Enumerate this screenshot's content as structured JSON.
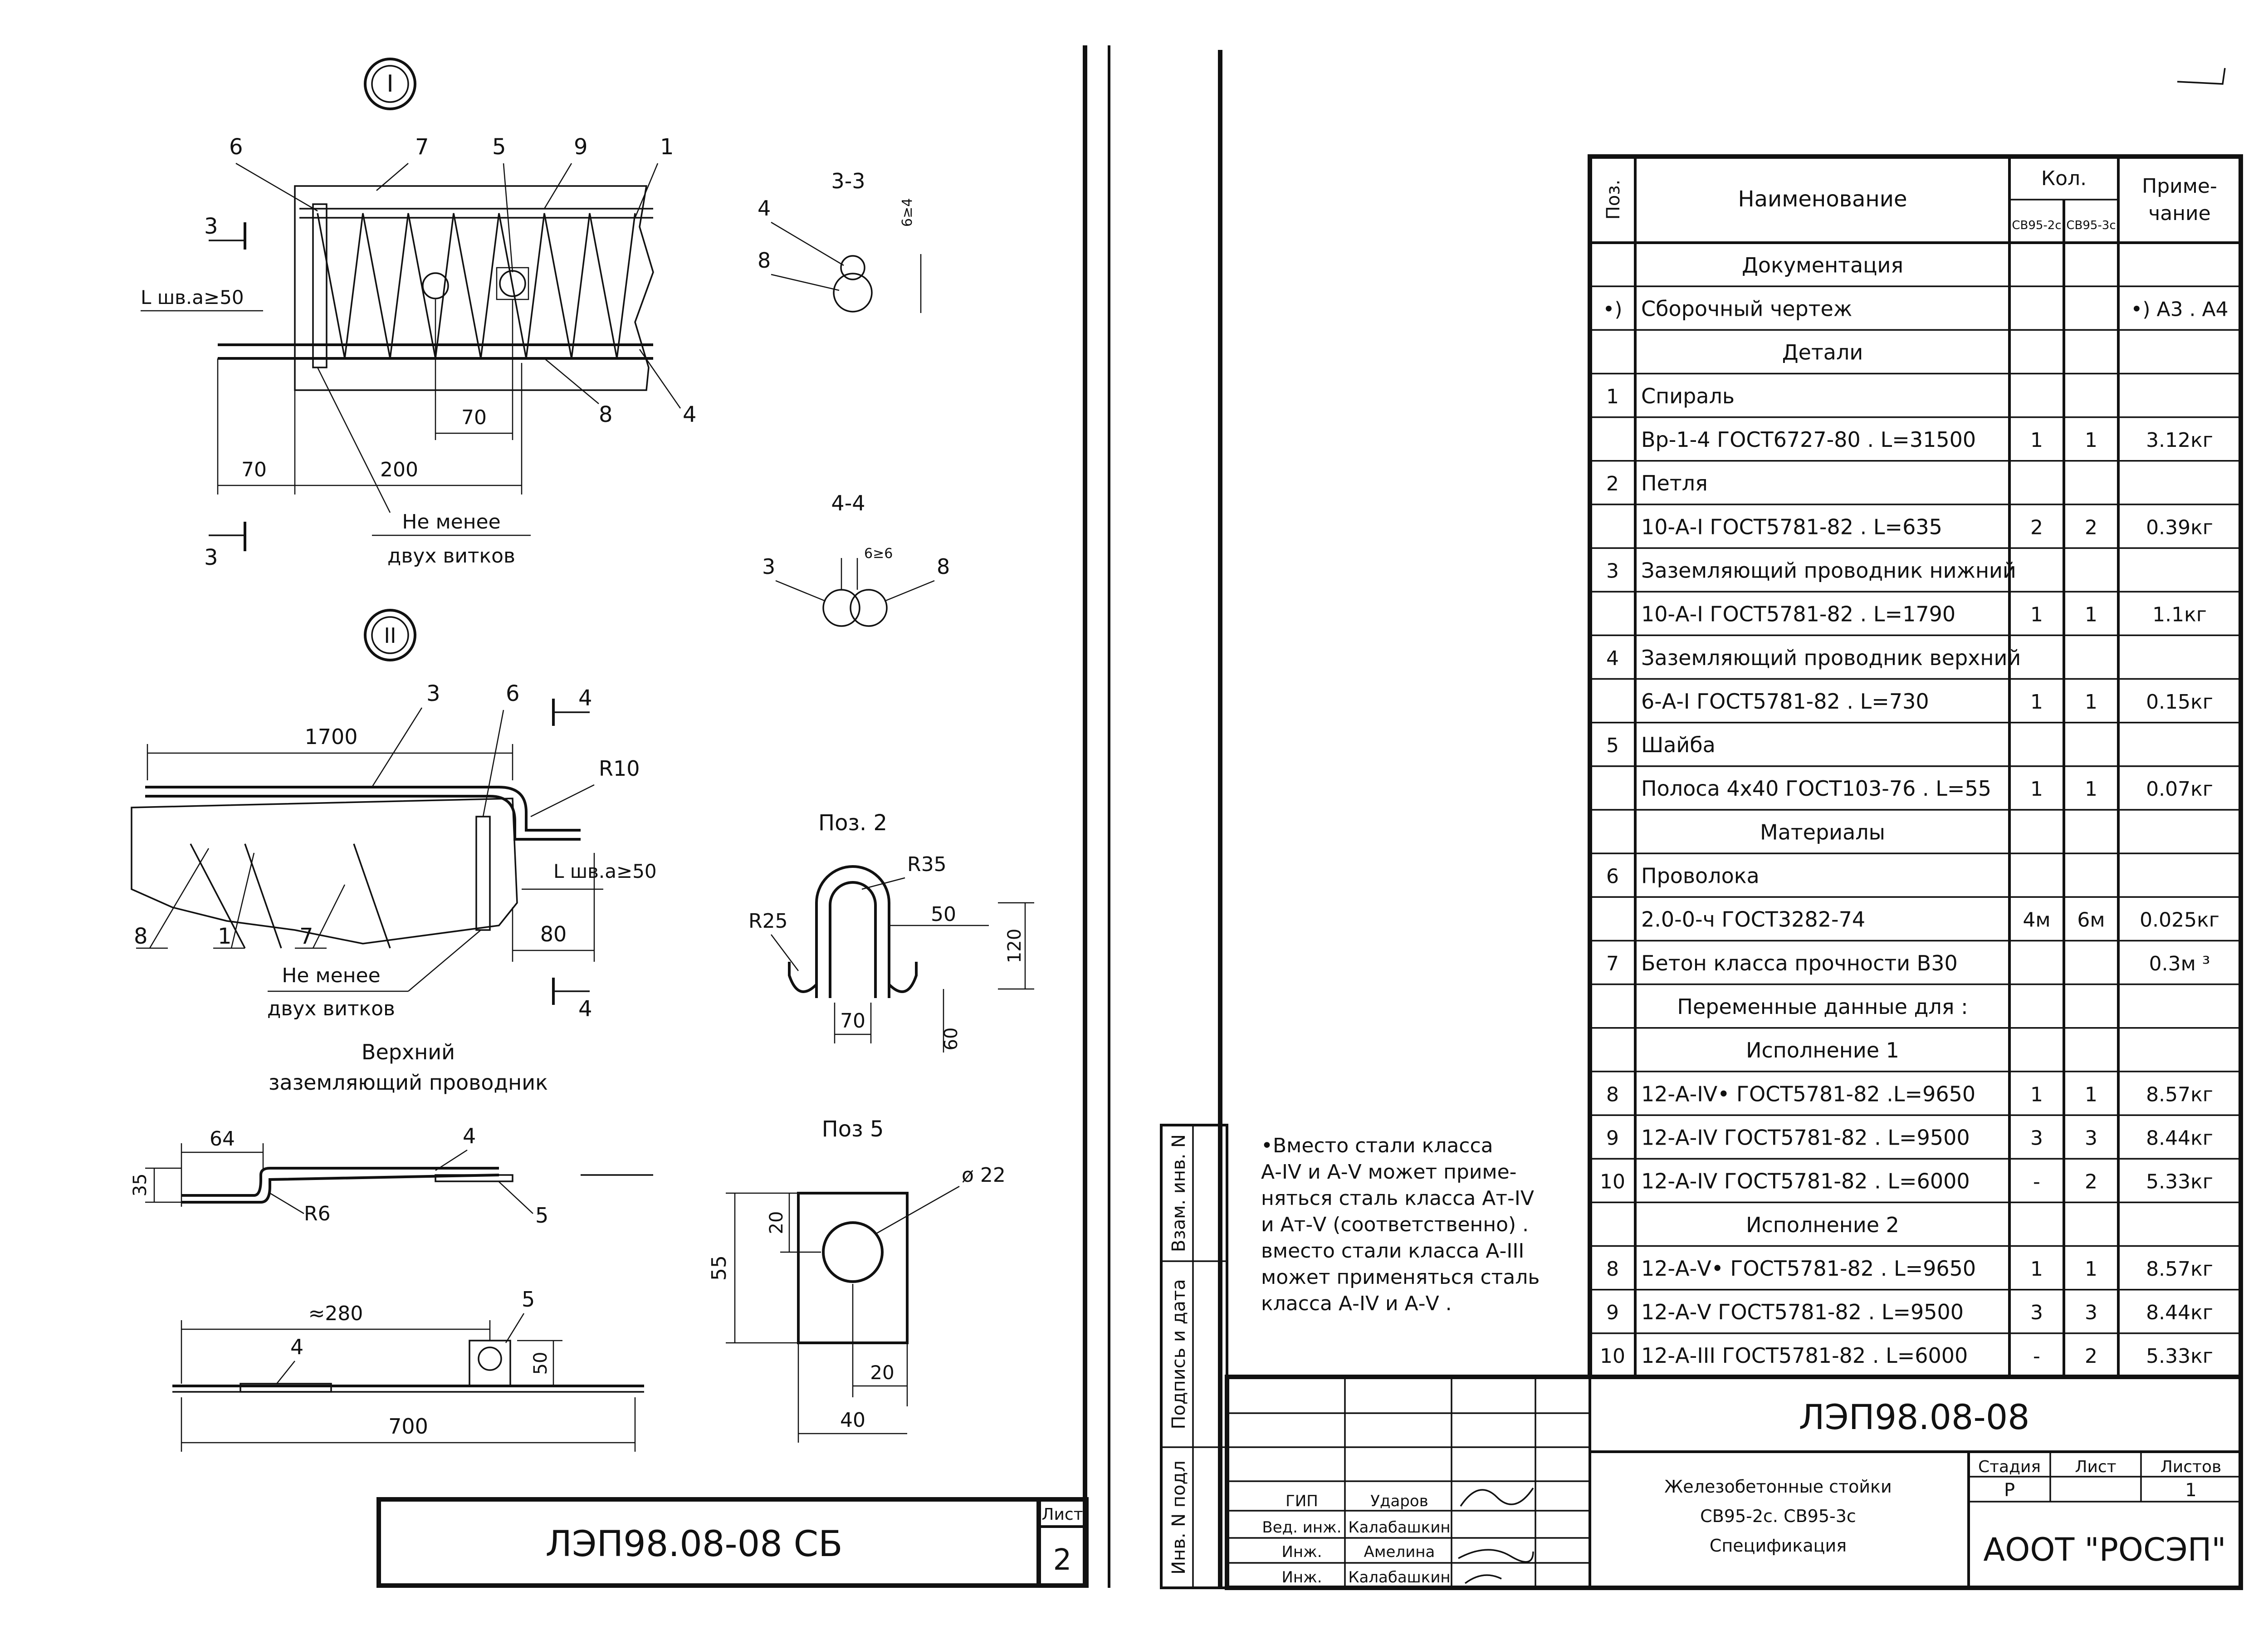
{
  "left_sheet": {
    "view_I": {
      "marker": "I",
      "callouts": [
        "6",
        "7",
        "5",
        "9",
        "1",
        "8",
        "4"
      ],
      "section_mark": "3",
      "dims": {
        "lap": "L шв.а≥50",
        "d70_inner": "70",
        "d70": "70",
        "d200": "200"
      },
      "note_line1": "Не менее",
      "note_line2": "двух витков"
    },
    "view_II": {
      "marker": "II",
      "callouts": [
        "3",
        "6",
        "8",
        "1",
        "7"
      ],
      "section_mark": "4",
      "dims": {
        "d1700": "1700",
        "r10": "R10",
        "lap": "L шв.а≥50",
        "d80": "80"
      },
      "note_line1": "Не менее",
      "note_line2": "двух витков",
      "title_line1": "Верхний",
      "title_line2": "заземляющий проводник"
    },
    "section_33": {
      "title": "3-3",
      "callouts": [
        "4",
        "8"
      ],
      "dim": "6≥4"
    },
    "section_44": {
      "title": "4-4",
      "callouts": [
        "3",
        "8"
      ],
      "dim": "6≥6"
    },
    "pos2": {
      "title": "Поз. 2",
      "dims": [
        "R35",
        "R25",
        "50",
        "120",
        "70",
        "60"
      ]
    },
    "conductor": {
      "dims": [
        "64",
        "35",
        "R6"
      ],
      "callouts": [
        "4",
        "5"
      ]
    },
    "assembly": {
      "dims": [
        "≈280",
        "700",
        "50"
      ],
      "callouts": [
        "4",
        "5"
      ]
    },
    "pos5": {
      "title": "Поз 5",
      "dims": [
        "ø 22",
        "55",
        "20",
        "20",
        "40"
      ]
    },
    "title_block": {
      "code": "ЛЭП98.08-08  СБ",
      "sheet_label": "Лист",
      "sheet_no": "2"
    }
  },
  "spec": {
    "headers": {
      "pos": "Поз.",
      "name": "Наименование",
      "qty": "Кол.",
      "qty_a": "СВ95-2с",
      "qty_b": "СВ95-3с",
      "note": "Приме-\nчание"
    },
    "rows": [
      {
        "pos": "",
        "name": "Документация",
        "a": "",
        "b": "",
        "note": "",
        "center": true
      },
      {
        "pos": "•)",
        "name": "Сборочный чертеж",
        "a": "",
        "b": "",
        "note": "•) А3 . А4"
      },
      {
        "pos": "",
        "name": "Детали",
        "a": "",
        "b": "",
        "note": "",
        "center": true
      },
      {
        "pos": "1",
        "name": "Спираль",
        "a": "",
        "b": "",
        "note": ""
      },
      {
        "pos": "",
        "name": "Вр-1-4  ГОСТ6727-80  . L=31500",
        "a": "1",
        "b": "1",
        "note": "3.12кг"
      },
      {
        "pos": "2",
        "name": "Петля",
        "a": "",
        "b": "",
        "note": ""
      },
      {
        "pos": "",
        "name": "10-А-I  ГОСТ5781-82  . L=635",
        "a": "2",
        "b": "2",
        "note": "0.39кг"
      },
      {
        "pos": "3",
        "name": "Заземляющий  проводник  нижний",
        "a": "",
        "b": "",
        "note": ""
      },
      {
        "pos": "",
        "name": "10-А-I  ГОСТ5781-82  . L=1790",
        "a": "1",
        "b": "1",
        "note": "1.1кг"
      },
      {
        "pos": "4",
        "name": "Заземляющий  проводник  верхний",
        "a": "",
        "b": "",
        "note": ""
      },
      {
        "pos": "",
        "name": "6-А-I  ГОСТ5781-82  . L=730",
        "a": "1",
        "b": "1",
        "note": "0.15кг"
      },
      {
        "pos": "5",
        "name": "Шайба",
        "a": "",
        "b": "",
        "note": ""
      },
      {
        "pos": "",
        "name": "Полоса 4х40  ГОСТ103-76  . L=55",
        "a": "1",
        "b": "1",
        "note": "0.07кг"
      },
      {
        "pos": "",
        "name": "Материалы",
        "a": "",
        "b": "",
        "note": "",
        "center": true
      },
      {
        "pos": "6",
        "name": "Проволока",
        "a": "",
        "b": "",
        "note": ""
      },
      {
        "pos": "",
        "name": "2.0-0-ч  ГОСТ3282-74",
        "a": "4м",
        "b": "6м",
        "note": "0.025кг"
      },
      {
        "pos": "7",
        "name": "Бетон  класса  прочности  В30",
        "a": "",
        "b": "",
        "note": "0.3м ³"
      },
      {
        "pos": "",
        "name": "Переменные  данные  для :",
        "a": "",
        "b": "",
        "note": "",
        "center": true
      },
      {
        "pos": "",
        "name": "Исполнение  1",
        "a": "",
        "b": "",
        "note": "",
        "center": true
      },
      {
        "pos": "8",
        "name": "12-А-IV•  ГОСТ5781-82  .L=9650",
        "a": "1",
        "b": "1",
        "note": "8.57кг"
      },
      {
        "pos": "9",
        "name": "12-А-IV  ГОСТ5781-82  . L=9500",
        "a": "3",
        "b": "3",
        "note": "8.44кг"
      },
      {
        "pos": "10",
        "name": "12-А-IV  ГОСТ5781-82  . L=6000",
        "a": "-",
        "b": "2",
        "note": "5.33кг"
      },
      {
        "pos": "",
        "name": "Исполнение  2",
        "a": "",
        "b": "",
        "note": "",
        "center": true
      },
      {
        "pos": "8",
        "name": "12-А-V•  ГОСТ5781-82  . L=9650",
        "a": "1",
        "b": "1",
        "note": "8.57кг"
      },
      {
        "pos": "9",
        "name": "12-А-V  ГОСТ5781-82  . L=9500",
        "a": "3",
        "b": "3",
        "note": "8.44кг"
      },
      {
        "pos": "10",
        "name": "12-А-III  ГОСТ5781-82  . L=6000",
        "a": "-",
        "b": "2",
        "note": "5.33кг"
      }
    ]
  },
  "footnote": {
    "lines": [
      "•Вместо стали класса",
      "А-IV и А-V может приме-",
      "няться сталь класса Ат-IV",
      "и Ат-V (соответственно) .",
      "вместо стали класса А-III",
      "может применяться сталь",
      "класса А-IV и А-V ."
    ]
  },
  "side_stamp": {
    "labels": [
      "Взам. инв. N",
      "Подпись и дата",
      "Инв. N подл"
    ]
  },
  "right_title_block": {
    "code": "ЛЭП98.08-08",
    "title_lines": [
      "Железобетонные стойки",
      "СВ95-2с. СВ95-3с",
      "Спецификация"
    ],
    "stage_label": "Стадия",
    "sheet_label": "Лист",
    "sheets_label": "Листов",
    "stage": "Р",
    "sheet": "",
    "sheets": "1",
    "org": "АООТ  \"РОСЭП\"",
    "signatures": [
      {
        "role": "ГИП",
        "name": "Ударов"
      },
      {
        "role": "Вед. инж.",
        "name": "Калабашкин"
      },
      {
        "role": "Инж.",
        "name": "Амелина"
      },
      {
        "role": "Инж.",
        "name": "Калабашкин"
      }
    ]
  }
}
